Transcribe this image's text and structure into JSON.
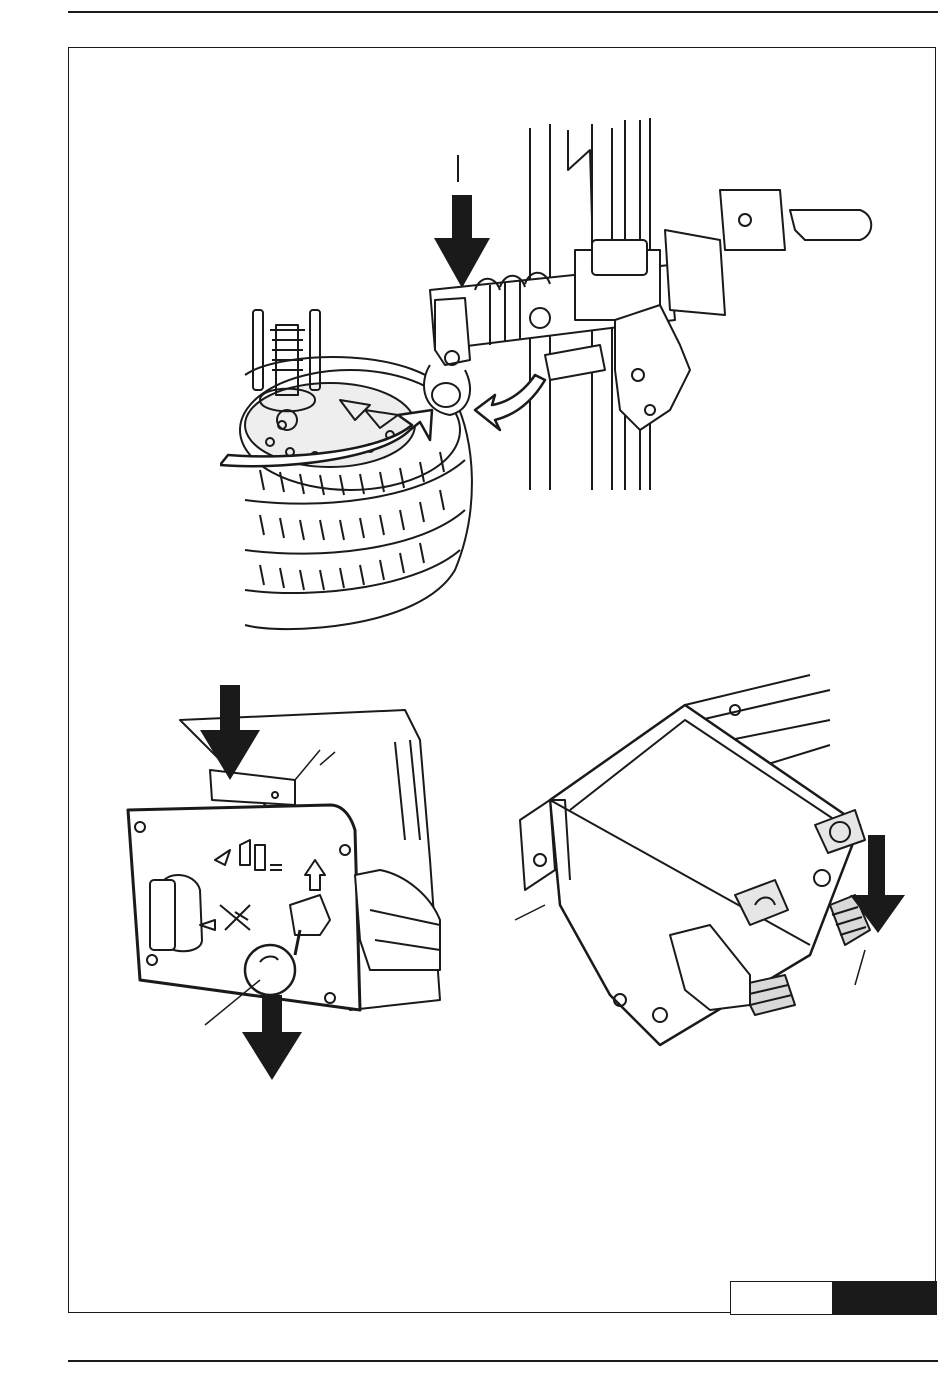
{
  "page": {
    "header_rule": true,
    "footer_rule": true,
    "page_tab": {
      "left_text": "",
      "right_text": ""
    }
  },
  "figures": [
    {
      "id": "fig-tyre-demounting",
      "description_name": "tyre-changer-arm-with-wheel"
    },
    {
      "id": "fig-control-panel",
      "description_name": "control-panel-lever-and-joystick"
    },
    {
      "id": "fig-pedal-unit",
      "description_name": "base-with-pedals"
    }
  ],
  "colors": {
    "line": "#1a1a1a",
    "shade": "#d9d9d9",
    "tab_fill": "#1a1a1a"
  }
}
